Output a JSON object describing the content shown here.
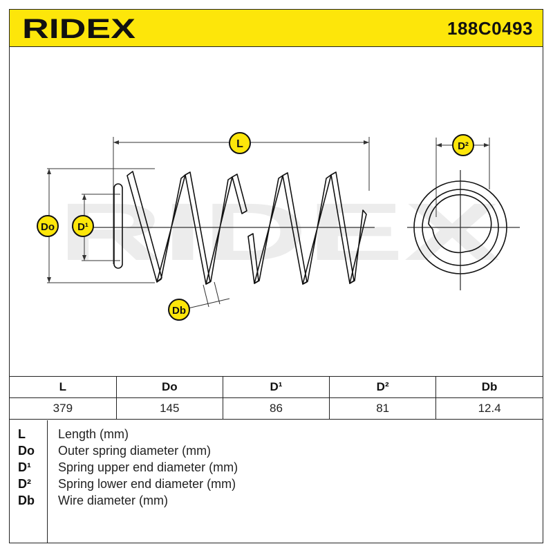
{
  "header": {
    "brand": "RIDEX",
    "part_number": "188C0493",
    "background": "#fde60a"
  },
  "diagram": {
    "watermark": "RIDEX",
    "badge_color": "#fde60a",
    "labels": {
      "L": "L",
      "Do": "Do",
      "D1": "D¹",
      "D2": "D²",
      "Db": "Db"
    }
  },
  "specs": {
    "headers": [
      "L",
      "Do",
      "D¹",
      "D²",
      "Db"
    ],
    "values": [
      "379",
      "145",
      "86",
      "81",
      "12.4"
    ]
  },
  "legend": [
    {
      "symbol": "L",
      "description": "Length (mm)"
    },
    {
      "symbol": "Do",
      "description": "Outer spring diameter (mm)"
    },
    {
      "symbol": "D¹",
      "description": "Spring upper end diameter (mm)"
    },
    {
      "symbol": "D²",
      "description": "Spring lower end diameter (mm)"
    },
    {
      "symbol": "Db",
      "description": "Wire diameter (mm)"
    }
  ]
}
